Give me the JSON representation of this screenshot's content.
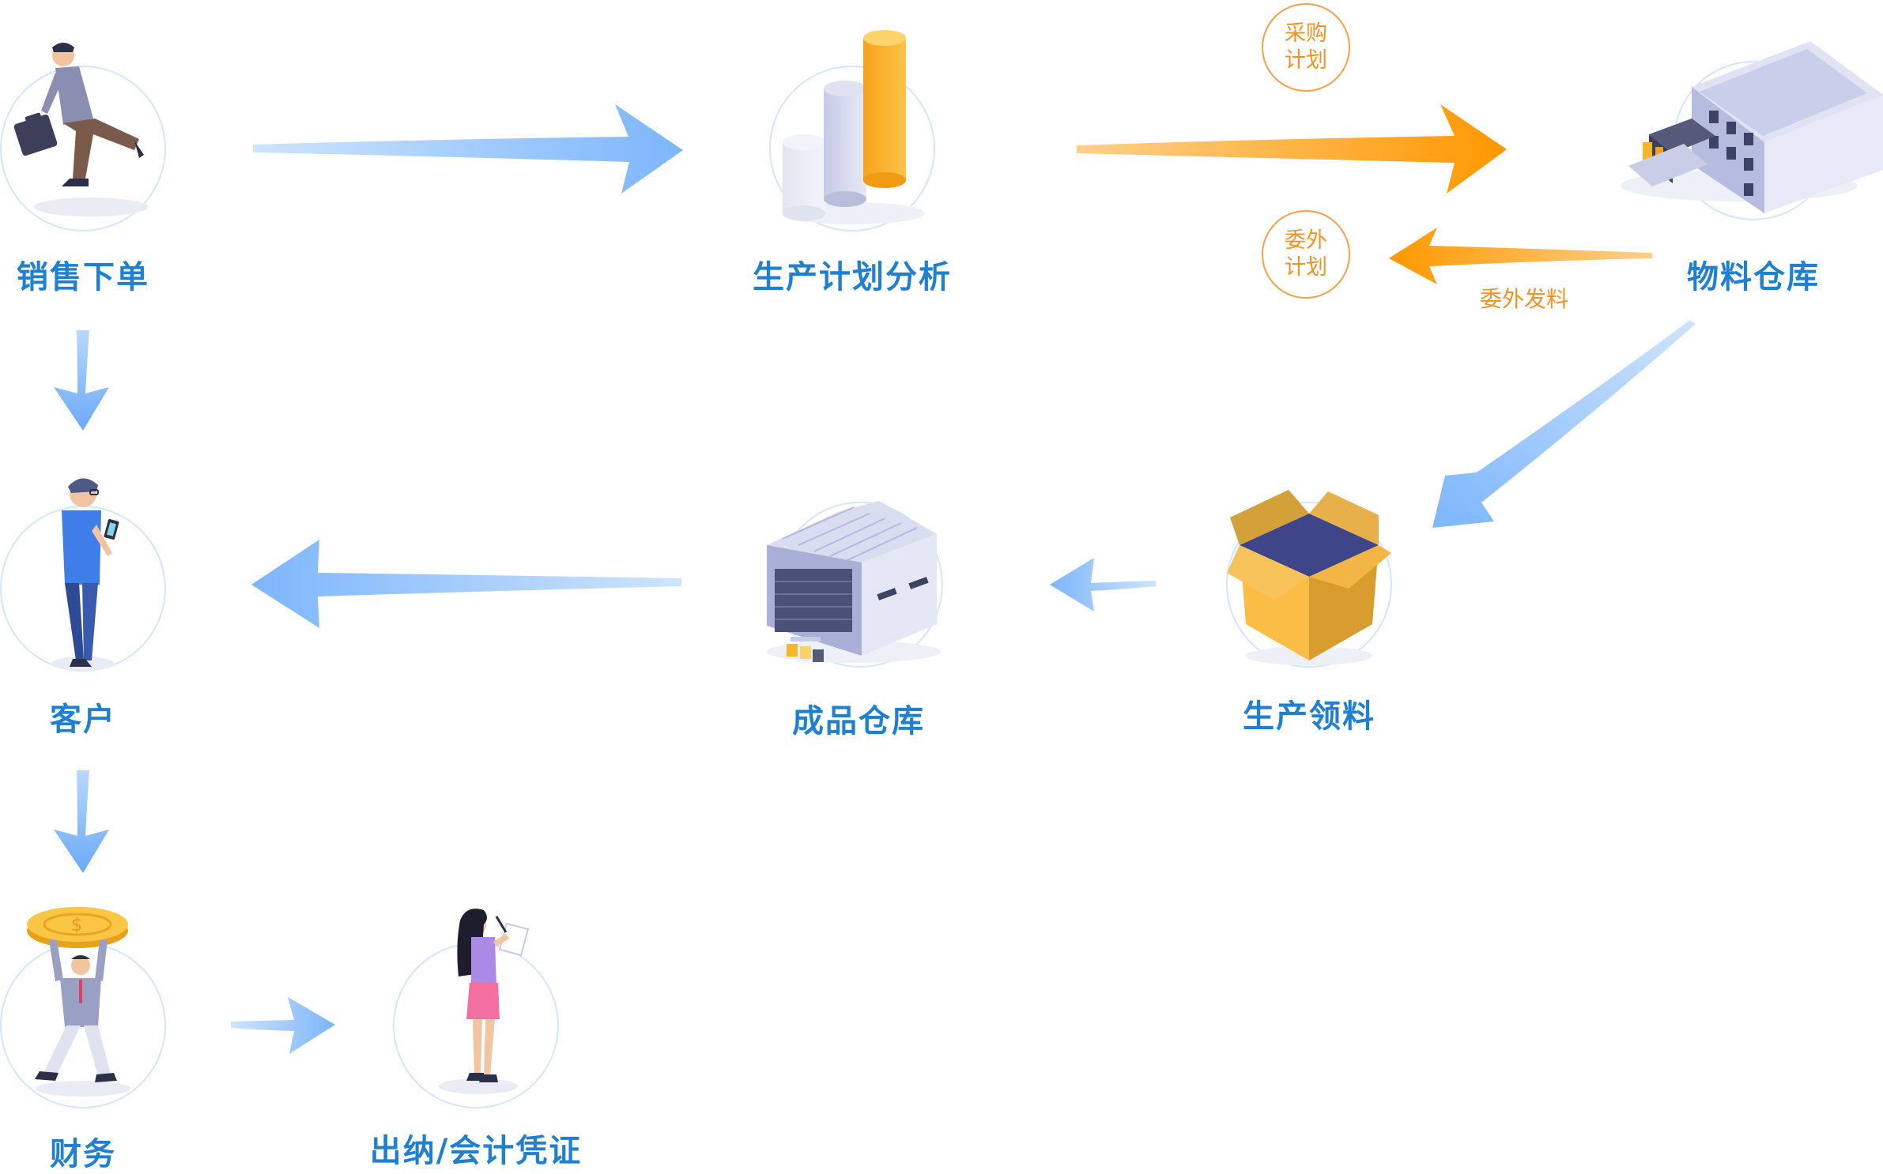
{
  "nodes": {
    "sales_order": "销售下单",
    "production_planning": "生产计划分析",
    "material_warehouse": "物料仓库",
    "customer": "客户",
    "finished_warehouse": "成品仓库",
    "production_picking": "生产领料",
    "finance": "财务",
    "cashier_voucher": "出纳/会计凭证"
  },
  "badges": {
    "purchase_plan": [
      "采购",
      "计划"
    ],
    "outsource_plan": [
      "委外",
      "计划"
    ]
  },
  "edge_labels": {
    "outsource_issue": "委外发料"
  },
  "colors": {
    "label_blue": "#1f7fd1",
    "arrow_blue": "#7cb6fb",
    "arrow_orange": "#ff9800",
    "badge_orange": "#f39222"
  }
}
